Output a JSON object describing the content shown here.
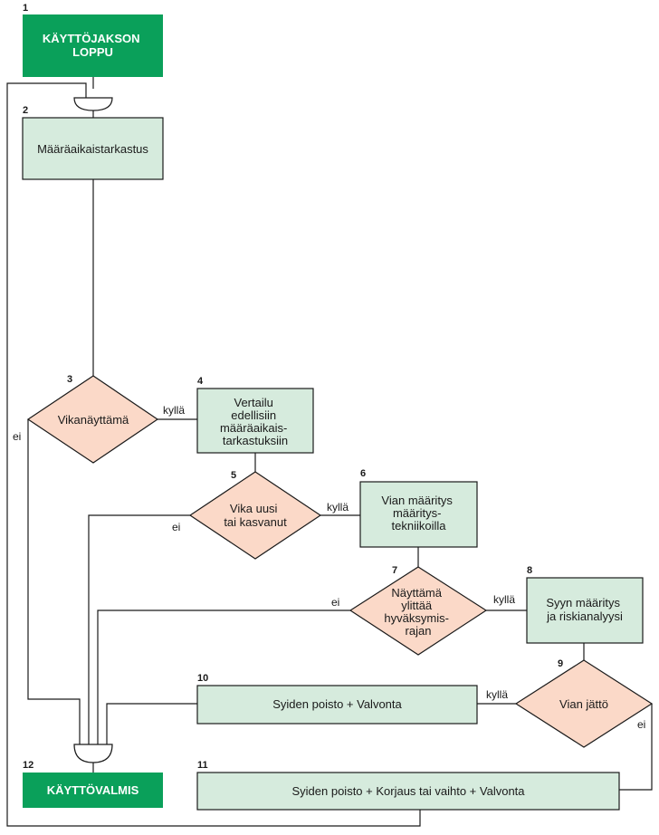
{
  "nodes": {
    "n1": {
      "number": "1",
      "lines": [
        "KÄYTTÖJAKSON",
        "LOPPU"
      ]
    },
    "n2": {
      "number": "2",
      "lines": [
        "Määräaikaistarkastus"
      ]
    },
    "n3": {
      "number": "3",
      "lines": [
        "Vikanäyttämä"
      ]
    },
    "n4": {
      "number": "4",
      "lines": [
        "Vertailu",
        "edellisiin",
        "määräaikais-",
        "tarkastuksiin"
      ]
    },
    "n5": {
      "number": "5",
      "lines": [
        "Vika uusi",
        "tai kasvanut"
      ]
    },
    "n6": {
      "number": "6",
      "lines": [
        "Vian määritys",
        "määritys-",
        "tekniikoilla"
      ]
    },
    "n7": {
      "number": "7",
      "lines": [
        "Näyttämä",
        "ylittää",
        "hyväksymis-",
        "rajan"
      ]
    },
    "n8": {
      "number": "8",
      "lines": [
        "Syyn määritys",
        "ja riskianalyysi"
      ]
    },
    "n9": {
      "number": "9",
      "lines": [
        "Vian jättö"
      ]
    },
    "n10": {
      "number": "10",
      "lines": [
        "Syiden poisto  +  Valvonta"
      ]
    },
    "n11": {
      "number": "11",
      "lines": [
        "Syiden poisto  +  Korjaus tai vaihto  +  Valvonta"
      ]
    },
    "n12": {
      "number": "12",
      "lines": [
        "KÄYTTÖVALMIS"
      ]
    }
  },
  "branches": {
    "b3_yes": "kyllä",
    "b3_no": "ei",
    "b5_yes": "kyllä",
    "b5_no": "ei",
    "b7_yes": "kyllä",
    "b7_no": "ei",
    "b9_yes": "kyllä",
    "b9_no": "ei"
  },
  "colors": {
    "green": "#0aa05a",
    "box_fill": "#d6ebdd",
    "diamond_fill": "#fbd9c8",
    "line": "#1a1a1a"
  }
}
